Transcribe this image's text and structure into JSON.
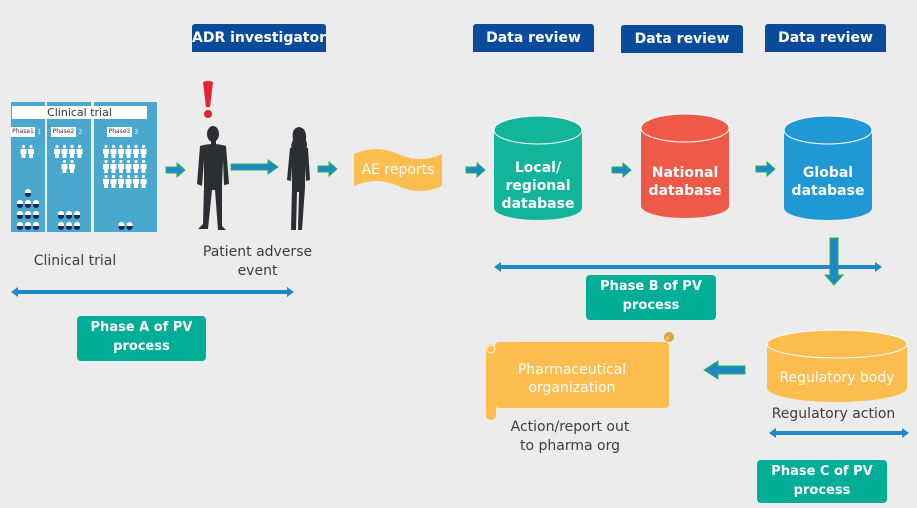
{
  "headers": {
    "adr_investigator": "ADR investigator",
    "data_review_1": "Data review",
    "data_review_2": "Data review",
    "data_review_3": "Data review"
  },
  "clinical_trial_panel": {
    "title": "Clinical trial",
    "phases": [
      {
        "label": "Phase1",
        "number": "1",
        "people": 2,
        "pills": 10
      },
      {
        "label": "Phase2",
        "number": "2",
        "people": 6,
        "pills": 6
      },
      {
        "label": "Phase3",
        "number": "3",
        "people": 18,
        "pills": 2
      }
    ]
  },
  "labels": {
    "clinical_trial": "Clinical trial",
    "patient_adverse_event_line1": "Patient adverse",
    "patient_adverse_event_line2": "event",
    "action_report_line1": "Action/report out",
    "action_report_line2": "to pharma org",
    "regulatory_action": "Regulatory action"
  },
  "nodes": {
    "ae_reports": "AE reports",
    "local_db": [
      "Local/",
      "regional",
      "database"
    ],
    "national_db": [
      "National",
      "database"
    ],
    "global_db": [
      "Global",
      "database"
    ],
    "pharma_org": [
      "Pharmaceutical",
      "organization"
    ],
    "regulatory_body": "Regulatory body"
  },
  "phases": {
    "a": [
      "Phase A of PV",
      "process"
    ],
    "b": [
      "Phase B of PV",
      "process"
    ],
    "c": [
      "Phase C of PV",
      "process"
    ]
  },
  "icons": {
    "alert": "exclamation-icon",
    "man": "man-silhouette-icon",
    "woman": "woman-silhouette-icon"
  },
  "colors": {
    "header_blue": "#0a4b9b",
    "phase_green": "#00ae97",
    "local_db": "#13b59a",
    "national_db": "#ee5a47",
    "global_db": "#1f98d4",
    "yellow": "#fdbe4f",
    "arrow_blue": "#1e88c8",
    "arrow_outline": "#2cb34a",
    "alert_red": "#e8222b",
    "silhouette": "#2b2f33",
    "panel_blue": "#4aa8cf"
  }
}
